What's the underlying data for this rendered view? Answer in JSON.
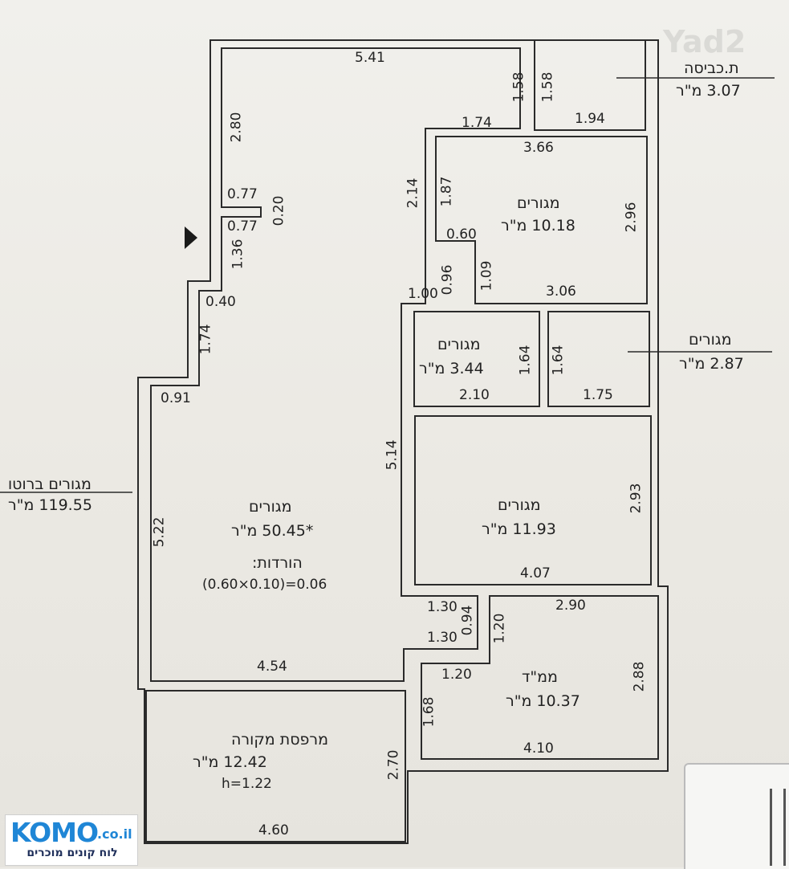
{
  "watermark": "Yad2",
  "logo": {
    "brand": "KOMO",
    "tld": ".co.il",
    "tagline": "לוח קונים מוכרים"
  },
  "rooms": {
    "laundry": {
      "title": "ת.כביסה",
      "area": "3.07  מ\"ר"
    },
    "room_top": {
      "title": "מגורים",
      "area": "10.18  מ\"ר"
    },
    "room_small_left": {
      "title": "מגורים",
      "area": "3.44  מ\"ר"
    },
    "room_small_right": {
      "title": "מגורים",
      "area": "2.87  מ\"ר"
    },
    "room_mid": {
      "title": "מגורים",
      "area": "11.93  מ\"ר"
    },
    "main": {
      "title": "מגורים",
      "area": "50.45  מ\"ר",
      "star": "*"
    },
    "deductions": {
      "title": "הורדות:",
      "formula": "(0.60×0.10)=0.06"
    },
    "safe_room": {
      "title": "ממ\"ד",
      "area": "10.37  מ\"ר"
    },
    "balcony": {
      "title": "מרפסת מקורה",
      "area": "12.42  מ\"ר",
      "height": "h=1.22"
    },
    "gross": {
      "title": "מגורים ברוטו",
      "area": "119.55  מ\"ר"
    }
  },
  "dims": {
    "d541": "5.41",
    "d158a": "1.58",
    "d158b": "1.58",
    "d174a": "1.74",
    "d194": "1.94",
    "d366": "3.66",
    "d280": "2.80",
    "d214": "2.14",
    "d187": "1.87",
    "d077a": "0.77",
    "d020": "0.20",
    "d077b": "0.77",
    "d060": "0.60",
    "d296": "2.96",
    "d136": "1.36",
    "d096": "0.96",
    "d109": "1.09",
    "d100": "1.00",
    "d306": "3.06",
    "d040": "0.40",
    "d174b": "1.74",
    "d164a": "1.64",
    "d164b": "1.64",
    "d210": "2.10",
    "d175": "1.75",
    "d091": "0.91",
    "d514": "5.14",
    "d293": "2.93",
    "d522": "5.22",
    "d407": "4.07",
    "d130a": "1.30",
    "d094": "0.94",
    "d120a": "1.20",
    "d290": "2.90",
    "d130b": "1.30",
    "d454": "4.54",
    "d288": "2.88",
    "d120b": "1.20",
    "d168": "1.68",
    "d270": "2.70",
    "d410": "4.10",
    "d460": "4.60"
  }
}
